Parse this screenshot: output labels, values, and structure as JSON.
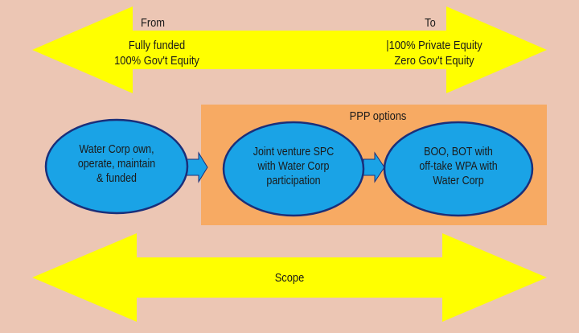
{
  "diagram": {
    "from": {
      "title": "From",
      "lines": [
        "Fully funded",
        "100% Gov't Equity"
      ]
    },
    "to": {
      "title": "To",
      "lines": [
        "|100% Private Equity",
        "Zero Gov't Equity"
      ]
    },
    "ppp_label": "PPP options",
    "nodes": [
      {
        "lines": [
          "Water Corp own,",
          "operate, maintain",
          "& funded"
        ]
      },
      {
        "lines": [
          "Joint venture SPC",
          "with Water Corp",
          "participation"
        ]
      },
      {
        "lines": [
          "BOO, BOT with",
          "off-take WPA with",
          "Water Corp"
        ]
      }
    ],
    "scope_label": "Scope",
    "colors": {
      "background": "#ecc6b4",
      "arrow_yellow": "#ffff00",
      "ppp_box": "#f7aa63",
      "node_fill": "#1aa3e6",
      "node_stroke": "#1a2f7a",
      "connector_fill": "#1aa3e6"
    }
  }
}
